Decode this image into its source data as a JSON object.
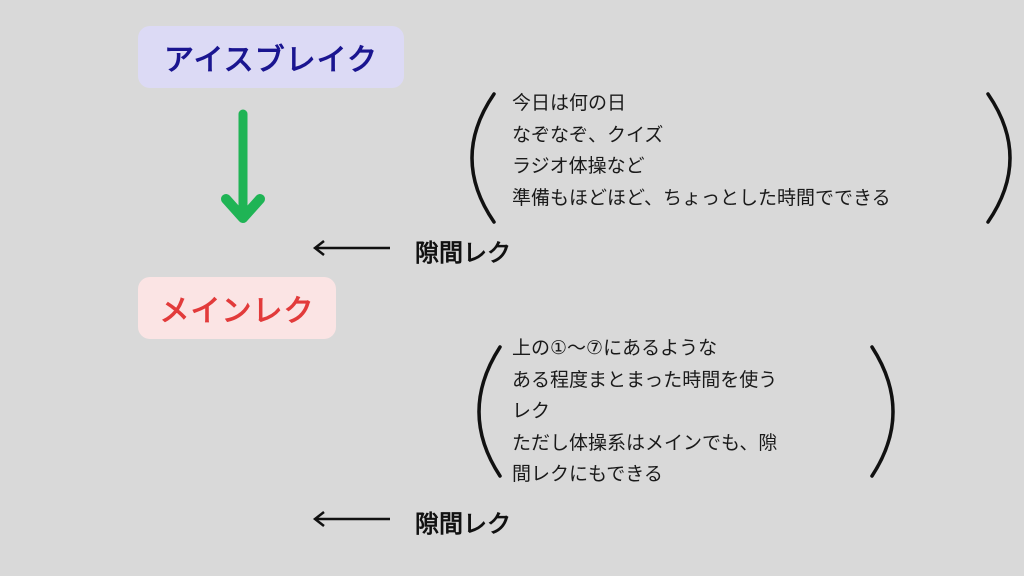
{
  "top_box": {
    "label": "アイスブレイク",
    "bg": "#dcdaf5",
    "color": "#1a1590"
  },
  "main_box": {
    "label": "メインレク",
    "bg": "#fbe4e4",
    "color": "#e23b3b"
  },
  "arrow_color": "#1fb455",
  "gap_notes": [
    {
      "label": "隙間レク",
      "lines": [
        "今日は何の日",
        "なぞなぞ、クイズ",
        "ラジオ体操など",
        "準備もほどほど、ちょっとした時間でできる"
      ]
    },
    {
      "label": "隙間レク",
      "lines": [
        "上の①〜⑦にあるような",
        "ある程度まとまった時間を使う",
        "レク",
        "ただし体操系はメインでも、隙",
        "間レクにもできる"
      ]
    }
  ]
}
